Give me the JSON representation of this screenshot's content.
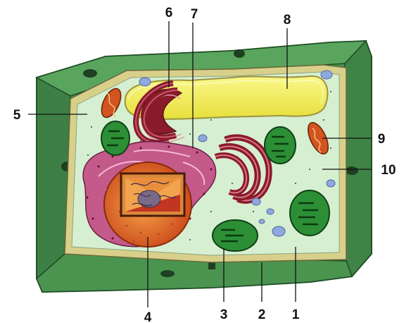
{
  "diagram": {
    "labels": [
      {
        "id": "1",
        "text": "1"
      },
      {
        "id": "2",
        "text": "2"
      },
      {
        "id": "3",
        "text": "3"
      },
      {
        "id": "4",
        "text": "4"
      },
      {
        "id": "5",
        "text": "5"
      },
      {
        "id": "6",
        "text": "6"
      },
      {
        "id": "7",
        "text": "7"
      },
      {
        "id": "8",
        "text": "8"
      },
      {
        "id": "9",
        "text": "9"
      },
      {
        "id": "10",
        "text": "10"
      }
    ],
    "colors": {
      "cell_wall_dark": "#2e6b35",
      "cell_wall_mid": "#4f9a55",
      "cell_wall_light": "#7cbf7a",
      "membrane": "#d9d28f",
      "cytoplasm": "#d7f0d2",
      "vacuole": "#f2ef5a",
      "golgi": "#8b1a2b",
      "er": "#c35a8a",
      "nucleus": "#e0641a",
      "chloroplast": "#2c8f36",
      "mitochondrion": "#d2541f",
      "vesicle": "#8fa9de"
    }
  }
}
